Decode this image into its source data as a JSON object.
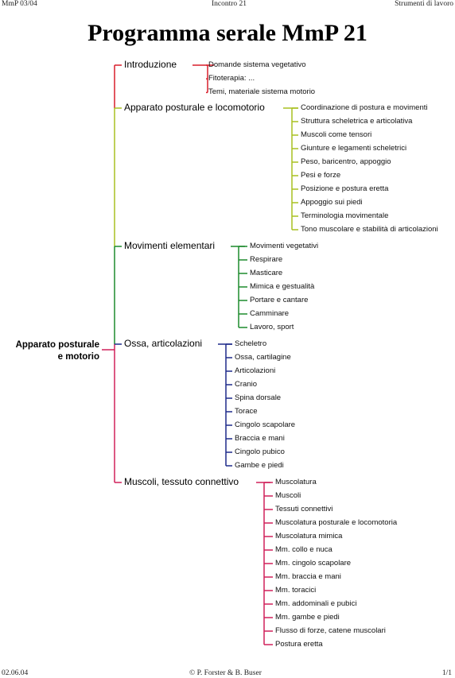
{
  "header": {
    "left": "MmP 03/04",
    "center": "Incontro 21",
    "right": "Strumenti di lavoro"
  },
  "title": "Programma serale MmP 21",
  "root": {
    "label_line1": "Apparato posturale",
    "label_line2": "e motorio"
  },
  "branches": [
    {
      "label": "Introduzione",
      "color": "#d81e2a",
      "items": [
        "Domande sistema vegetativo",
        "Fitoterapia: ...",
        "Temi, materiale sistema motorio"
      ]
    },
    {
      "label": "Apparato posturale e locomotorio",
      "color": "#a8c020",
      "items": [
        "Coordinazione di postura e movimenti",
        "Struttura scheletrica e articolativa",
        "Muscoli come tensori",
        "Giunture e legamenti scheletrici",
        "Peso, baricentro, appoggio",
        "Pesi e forze",
        "Posizione e postura eretta",
        "Appoggio sui piedi",
        "Terminologia movimentale",
        "Tono muscolare e stabilità di articolazioni"
      ]
    },
    {
      "label": "Movimenti elementari",
      "color": "#1c8a2c",
      "items": [
        "Movimenti vegetativi",
        "Respirare",
        "Masticare",
        "Mimica e gestualità",
        "Portare e cantare",
        "Camminare",
        "Lavoro, sport"
      ]
    },
    {
      "label": "Ossa, articolazioni",
      "color": "#1e2a8a",
      "items": [
        "Scheletro",
        "Ossa, cartilagine",
        "Articolazioni",
        "Cranio",
        "Spina dorsale",
        "Torace",
        "Cingolo scapolare",
        "Braccia e mani",
        "Cingolo pubico",
        "Gambe e piedi"
      ]
    },
    {
      "label": "Muscoli, tessuto connettivo",
      "color": "#d0205a",
      "items": [
        "Muscolatura",
        "Muscoli",
        "Tessuti connettivi",
        "Muscolatura posturale e locomotoria",
        "Muscolatura mimica",
        "Mm. collo e nuca",
        "Mm. cingolo scapolare",
        "Mm. braccia e mani",
        "Mm. toracici",
        "Mm. addominali e pubici",
        "Mm. gambe e piedi",
        "Flusso di forze, catene muscolari",
        "Postura eretta"
      ]
    }
  ],
  "footer": {
    "left": "02.06.04",
    "center": "© P. Forster & B. Buser",
    "right": "1/1"
  }
}
